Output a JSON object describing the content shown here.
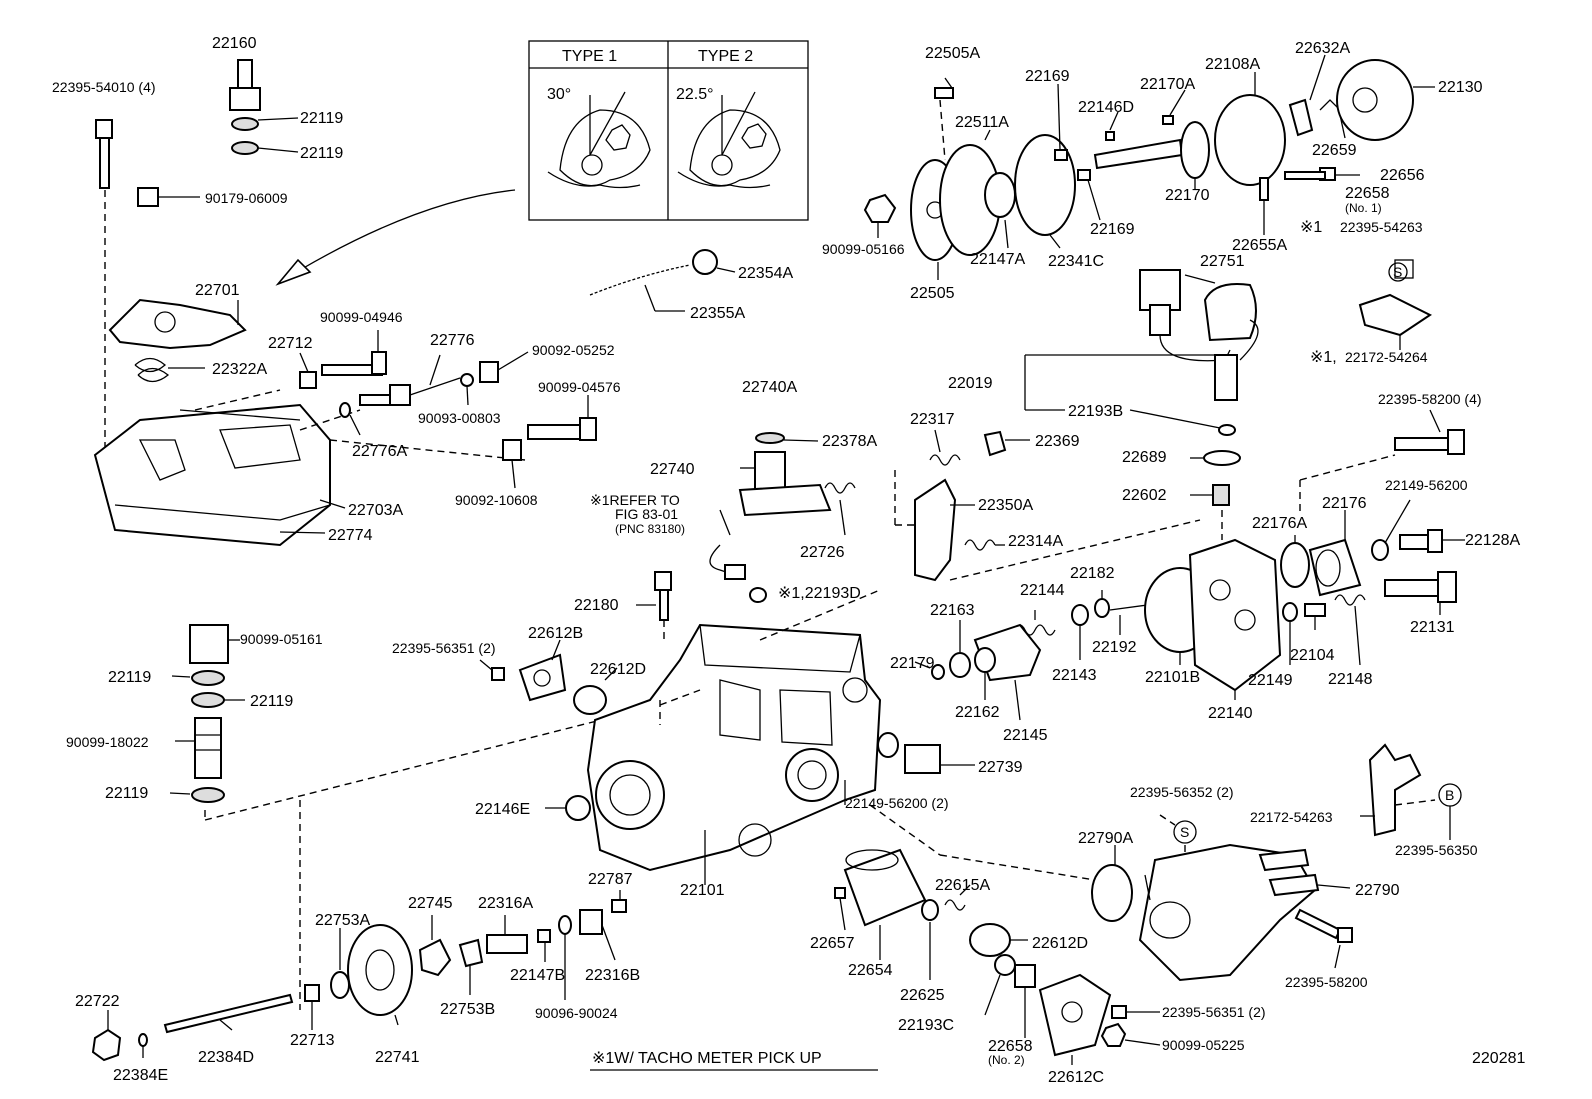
{
  "type_box": {
    "type1_label": "TYPE 1",
    "type2_label": "TYPE 2",
    "type1_angle": "30°",
    "type2_angle": "22.5°"
  },
  "labels": {
    "l22160": "22160",
    "l22395_54010": "22395-54010 (4)",
    "l22119_a": "22119",
    "l22119_b": "22119",
    "l90179_06009": "90179-06009",
    "l22701": "22701",
    "l22712": "22712",
    "l90099_04946": "90099-04946",
    "l22776": "22776",
    "l90092_05252": "90092-05252",
    "l22322A": "22322A",
    "l90093_00803": "90093-00803",
    "l22776A": "22776A",
    "l90099_04576": "90099-04576",
    "l90092_10608": "90092-10608",
    "l22703A": "22703A",
    "l22774": "22774",
    "l22505A": "22505A",
    "l22169_a": "22169",
    "l22170A": "22170A",
    "l22108A": "22108A",
    "l22632A": "22632A",
    "l22130": "22130",
    "l22146D": "22146D",
    "l22511A": "22511A",
    "l22659": "22659",
    "l22656": "22656",
    "l22170": "22170",
    "l22658_1": "22658",
    "l22658_1_sub": "(No. 1)",
    "l22169_b": "22169",
    "l90099_05166": "90099-05166",
    "l22147A": "22147A",
    "l22341C": "22341C",
    "l22655A": "22655A",
    "l22395_54263": "22395-54263",
    "note_mark_a": "※1",
    "l22505": "22505",
    "l22751": "22751",
    "l22354A": "22354A",
    "l22355A": "22355A",
    "l22172_54264": "22172-54264",
    "note_mark_b": "※1,",
    "l22019": "22019",
    "l22193B": "22193B",
    "l22395_58200_4": "22395-58200 (4)",
    "l22740A": "22740A",
    "l22317": "22317",
    "l22378A": "22378A",
    "l22369": "22369",
    "l22740": "22740",
    "l22689": "22689",
    "l22149_56200": "22149-56200",
    "refer_1": "※1REFER TO",
    "refer_2": "FIG 83-01",
    "refer_3": "(PNC 83180)",
    "l22350A": "22350A",
    "l22602": "22602",
    "l22176A": "22176A",
    "l22176": "22176",
    "l22128A": "22128A",
    "l22726": "22726",
    "l22314A": "22314A",
    "l22193D": "※1,22193D",
    "l22144": "22144",
    "l22182": "22182",
    "l22180": "22180",
    "l22163": "22163",
    "l90099_05161": "90099-05161",
    "l22395_56351_a": "22395-56351 (2)",
    "l22612B": "22612B",
    "l22612D_a": "22612D",
    "l22179": "22179",
    "l22192": "22192",
    "l22104": "22104",
    "l22131": "22131",
    "l22119_c": "22119",
    "l22119_d": "22119",
    "l22143": "22143",
    "l22101B": "22101B",
    "l22149": "22149",
    "l22148": "22148",
    "l90099_18022": "90099-18022",
    "l22162": "22162",
    "l22145": "22145",
    "l22140": "22140",
    "l22739": "22739",
    "l22119_e": "22119",
    "l22149_56200_2": "22149-56200 (2)",
    "l22395_56352": "22395-56352 (2)",
    "l22146E": "22146E",
    "l22172_54263": "22172-54263",
    "l22395_56350": "22395-56350",
    "l22790A": "22790A",
    "l22101": "22101",
    "l22787": "22787",
    "l22615A": "22615A",
    "l22790": "22790",
    "l22753A": "22753A",
    "l22745": "22745",
    "l22316A": "22316A",
    "l22657": "22657",
    "l22654": "22654",
    "l22612D_b": "22612D",
    "l22147B": "22147B",
    "l22316B": "22316B",
    "l22395_58200": "22395-58200",
    "l22722": "22722",
    "l22713": "22713",
    "l22753B": "22753B",
    "l90096_90024": "90096-90024",
    "l22625": "22625",
    "l22395_56351_b": "22395-56351 (2)",
    "l22193C": "22193C",
    "l22658_2": "22658",
    "l22658_2_sub": "(No. 2)",
    "l90099_05225": "90099-05225",
    "l22384D": "22384D",
    "l22741": "22741",
    "l22384E": "22384E",
    "l22612C": "22612C",
    "footnote": "※1W/ TACHO METER PICK UP",
    "figure_number": "220281",
    "marker_s1": "S",
    "marker_s2": "S",
    "marker_b": "B"
  }
}
